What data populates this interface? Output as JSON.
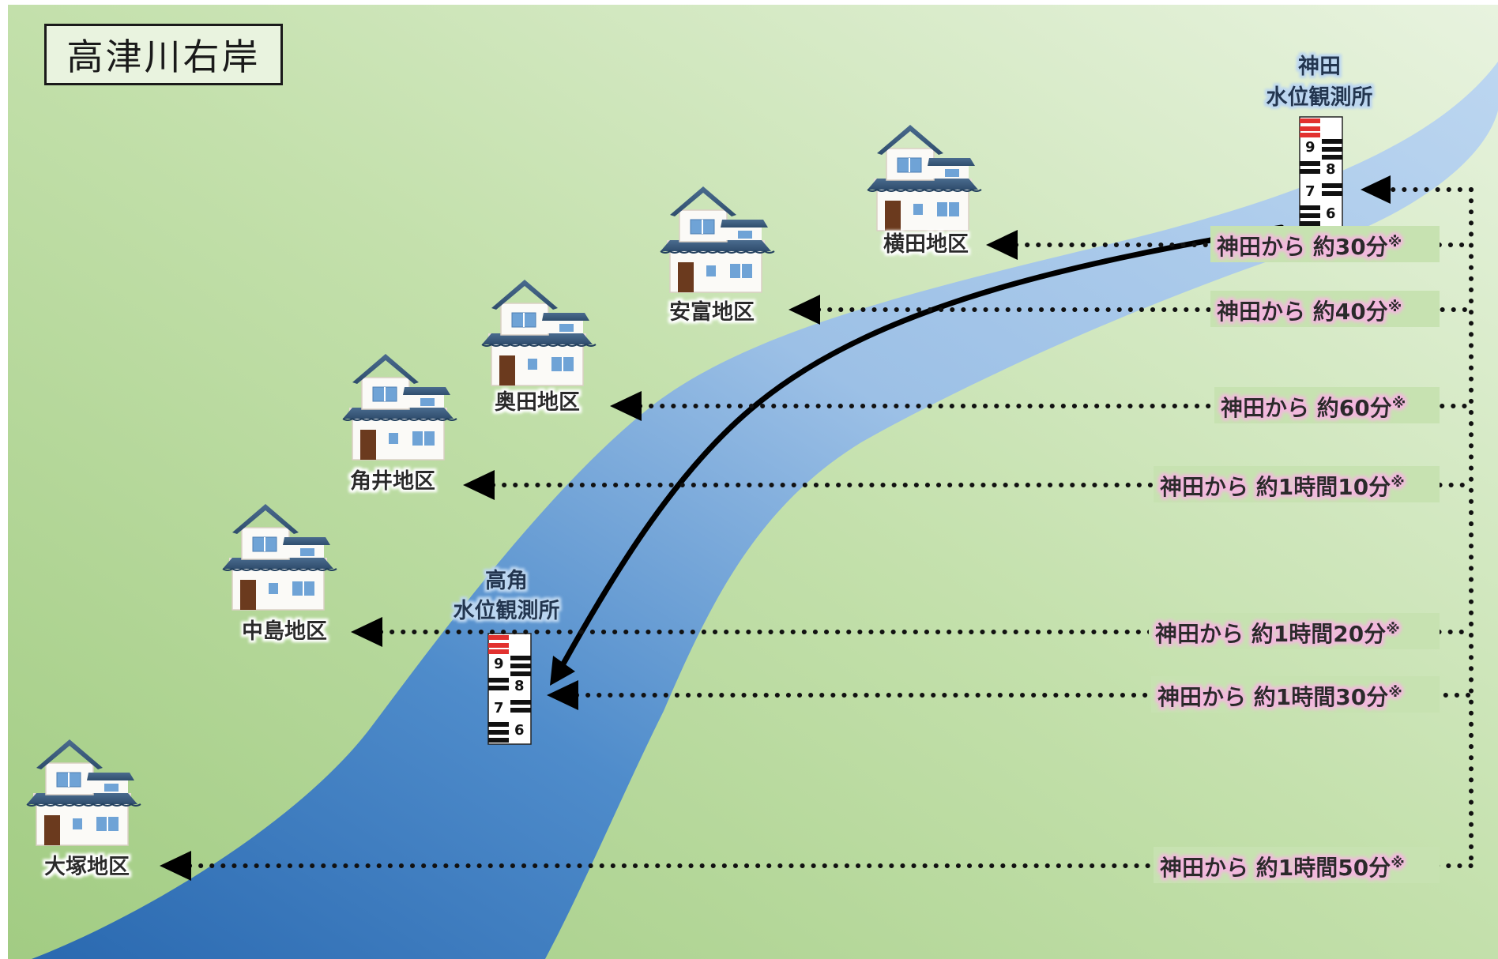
{
  "title": "高津川右岸",
  "colors": {
    "bg_light": "#e6f1dc",
    "bg_green": "#a3cc85",
    "river_light": "#b7d3ef",
    "river_dark": "#2b6db3",
    "label_glow": "#f2b6dd",
    "text_dark": "#2a2a2a",
    "gauge_red": "#e2312f"
  },
  "stations": {
    "kanda": {
      "line1": "神田",
      "line2": "水位観測所",
      "gauge": [
        "9",
        "8",
        "7",
        "6"
      ]
    },
    "takatsuno": {
      "line1": "高角",
      "line2": "水位観測所",
      "gauge": [
        "9",
        "8",
        "7",
        "6"
      ]
    }
  },
  "districts": [
    {
      "name": "横田地区",
      "time_prefix": "神田から",
      "time": "約30分",
      "mark": "※"
    },
    {
      "name": "安富地区",
      "time_prefix": "神田から",
      "time": "約40分",
      "mark": "※"
    },
    {
      "name": "奥田地区",
      "time_prefix": "神田から",
      "time": "約60分",
      "mark": "※"
    },
    {
      "name": "角井地区",
      "time_prefix": "神田から",
      "time": "約1時間10分",
      "mark": "※"
    },
    {
      "name": "中島地区",
      "time_prefix": "神田から",
      "time": "約1時間20分",
      "mark": "※"
    },
    {
      "name": "高角水位観測所",
      "time_prefix": "神田から",
      "time": "約1時間30分",
      "mark": "※"
    },
    {
      "name": "大塚地区",
      "time_prefix": "神田から",
      "time": "約1時間50分",
      "mark": "※"
    }
  ],
  "icons": {
    "house": "house-icon",
    "gauge": "water-level-gauge-icon",
    "arrow": "arrow-left-icon"
  }
}
